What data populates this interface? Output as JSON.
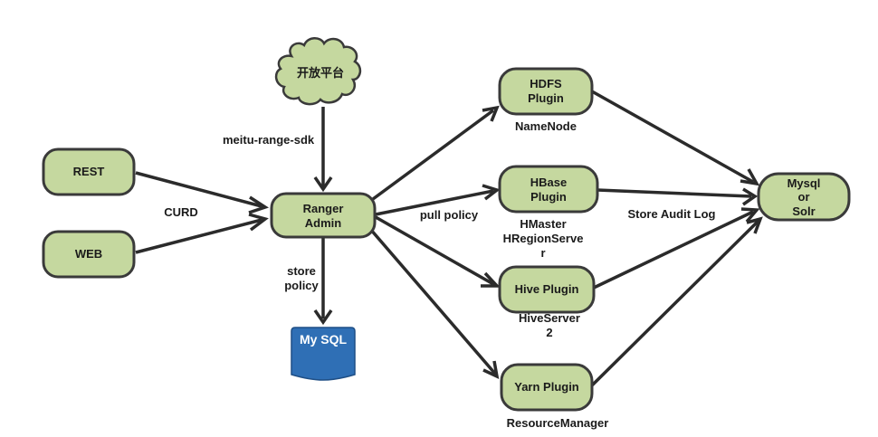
{
  "nodes": {
    "rest": "REST",
    "web": "WEB",
    "ranger_admin": [
      "Ranger",
      "Admin"
    ],
    "open_platform": "开放平台",
    "mysql_store": "My SQL",
    "hdfs_plugin": [
      "HDFS",
      "Plugin"
    ],
    "hbase_plugin": [
      "HBase",
      "Plugin"
    ],
    "hive_plugin": "Hive Plugin",
    "yarn_plugin": "Yarn Plugin",
    "audit_store": [
      "Mysql",
      "or",
      "Solr"
    ]
  },
  "sub_labels": {
    "hdfs": "NameNode",
    "hbase": [
      "HMaster",
      "HRegionServe",
      "r"
    ],
    "hive": [
      "HiveServer",
      "2"
    ],
    "yarn": "ResourceManager"
  },
  "edge_labels": {
    "curd": "CURD",
    "sdk": "meitu-range-sdk",
    "store_policy": [
      "store",
      "policy"
    ],
    "pull_policy": "pull policy",
    "audit_log": "Store Audit Log"
  }
}
